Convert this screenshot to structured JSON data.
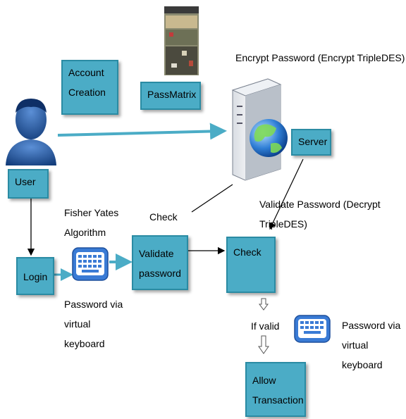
{
  "boxes": {
    "account_creation": [
      "Account",
      "Creation"
    ],
    "passmatrix": "PassMatrix",
    "server": "Server",
    "user": "User",
    "login": "Login",
    "validate": [
      "Validate",
      "password"
    ],
    "check": "Check",
    "allow": [
      "Allow",
      "Transaction"
    ]
  },
  "labels": {
    "encrypt": "Encrypt Password (Encrypt TripleDES)",
    "validate_decrypt": "Validate Password (Decrypt TripleDES)",
    "check": "Check",
    "fisher": [
      "Fisher Yates",
      "Algorithm"
    ],
    "password_virtual_1": [
      "Password via",
      "virtual",
      "keyboard"
    ],
    "if_valid": "If valid",
    "password_virtual_2": [
      "Password via",
      "virtual",
      "keyboard"
    ]
  },
  "icons": {
    "user": "user-icon",
    "server": "server-icon",
    "globe": "globe-icon",
    "keyboard": "keyboard-icon",
    "photo": "passmatrix-image-icon"
  },
  "colors": {
    "box": "#4bacc6",
    "arrow": "#4bacc6"
  }
}
